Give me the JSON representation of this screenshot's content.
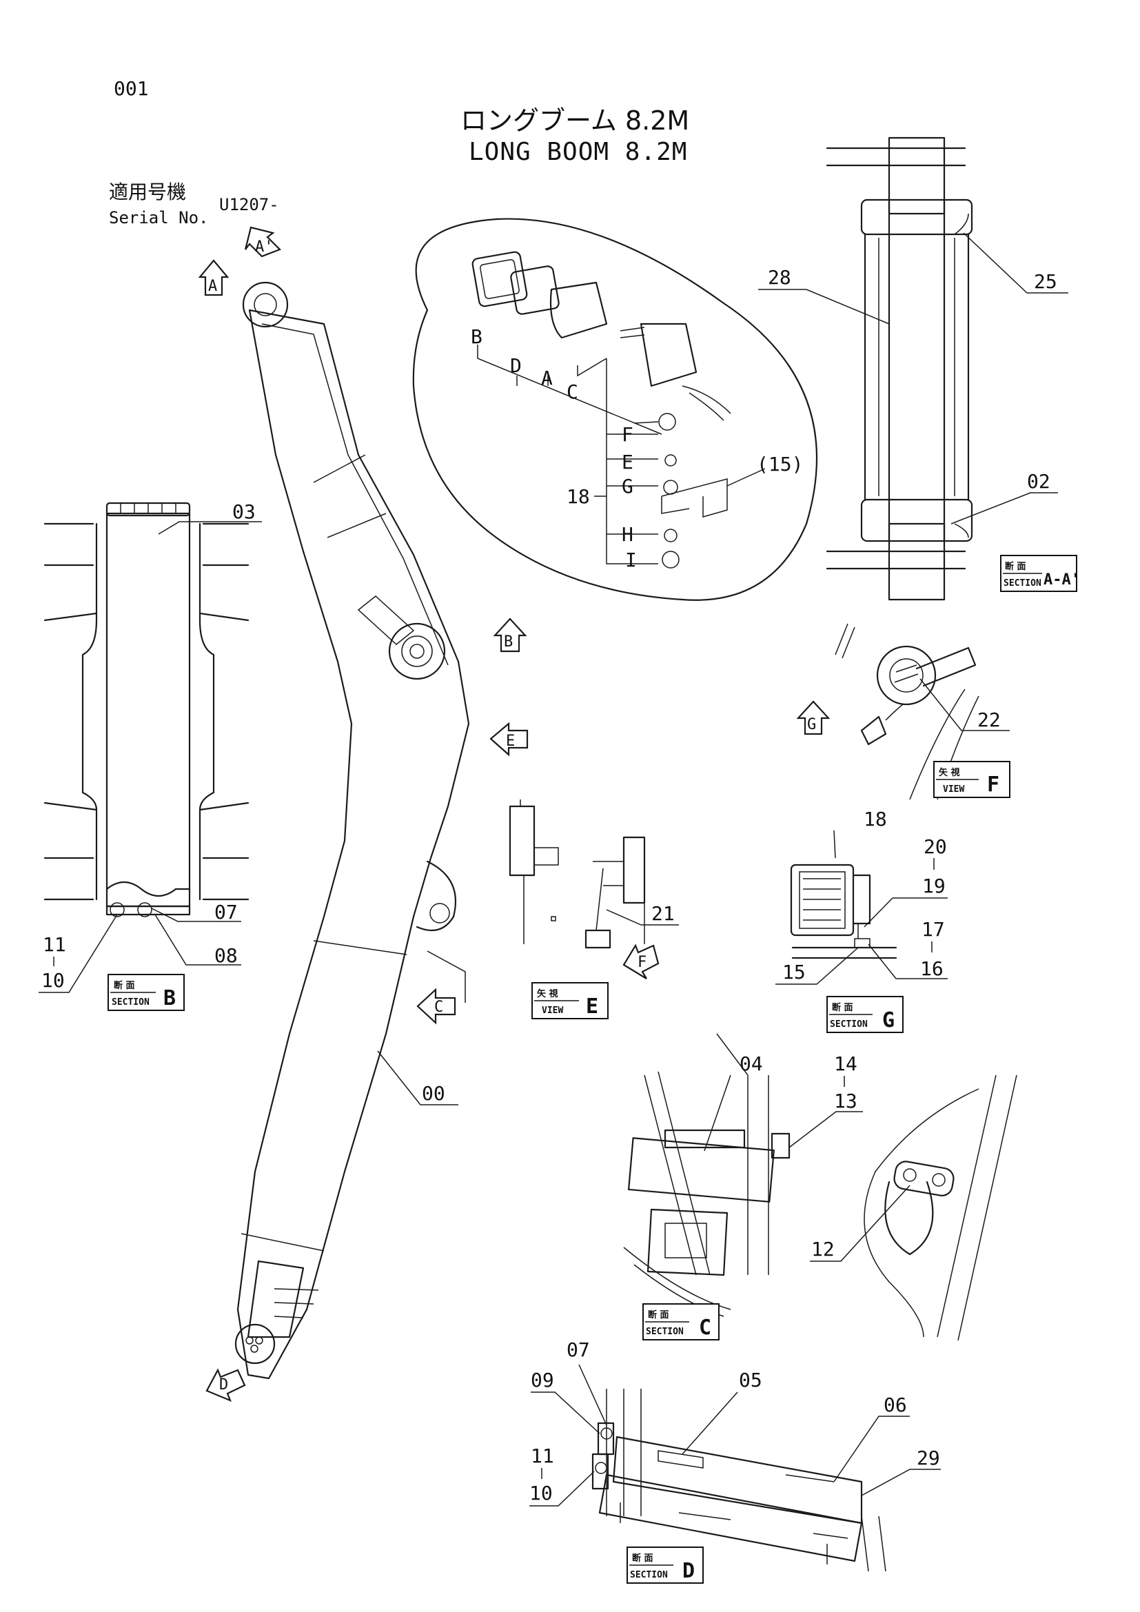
{
  "page_number": "001",
  "title_jp": "ロングブーム 8.2M",
  "title_en": "LONG BOOM 8.2M",
  "serial": {
    "label_jp": "適用号機",
    "label_en": "Serial No.",
    "value": "U1207-"
  },
  "view_arrows": [
    "A",
    "A'",
    "B",
    "C",
    "D",
    "E",
    "F",
    "G"
  ],
  "views": {
    "section_jp": "断 面",
    "section_en": "SECTION",
    "view_jp": "矢 視",
    "view_en": "VIEW",
    "section_aa": "A-A'",
    "section_b": "B",
    "section_c": "C",
    "section_d": "D",
    "section_g": "G",
    "view_e": "E",
    "view_f": "F"
  },
  "lamp_callouts": [
    "B",
    "D",
    "A",
    "C",
    "F",
    "E",
    "G",
    "H",
    "I"
  ],
  "part_numbers": {
    "p00": "00",
    "p02": "02",
    "p03": "03",
    "p04": "04",
    "p05": "05",
    "p06": "06",
    "p07": "07",
    "p08": "08",
    "p09": "09",
    "p10": "10",
    "p11": "11",
    "p12": "12",
    "p13": "13",
    "p14": "14",
    "p15": "15",
    "p15p": "(15)",
    "p16": "16",
    "p17": "17",
    "p18": "18",
    "p19": "19",
    "p20": "20",
    "p21": "21",
    "p22": "22",
    "p25": "25",
    "p28": "28",
    "p29": "29"
  }
}
